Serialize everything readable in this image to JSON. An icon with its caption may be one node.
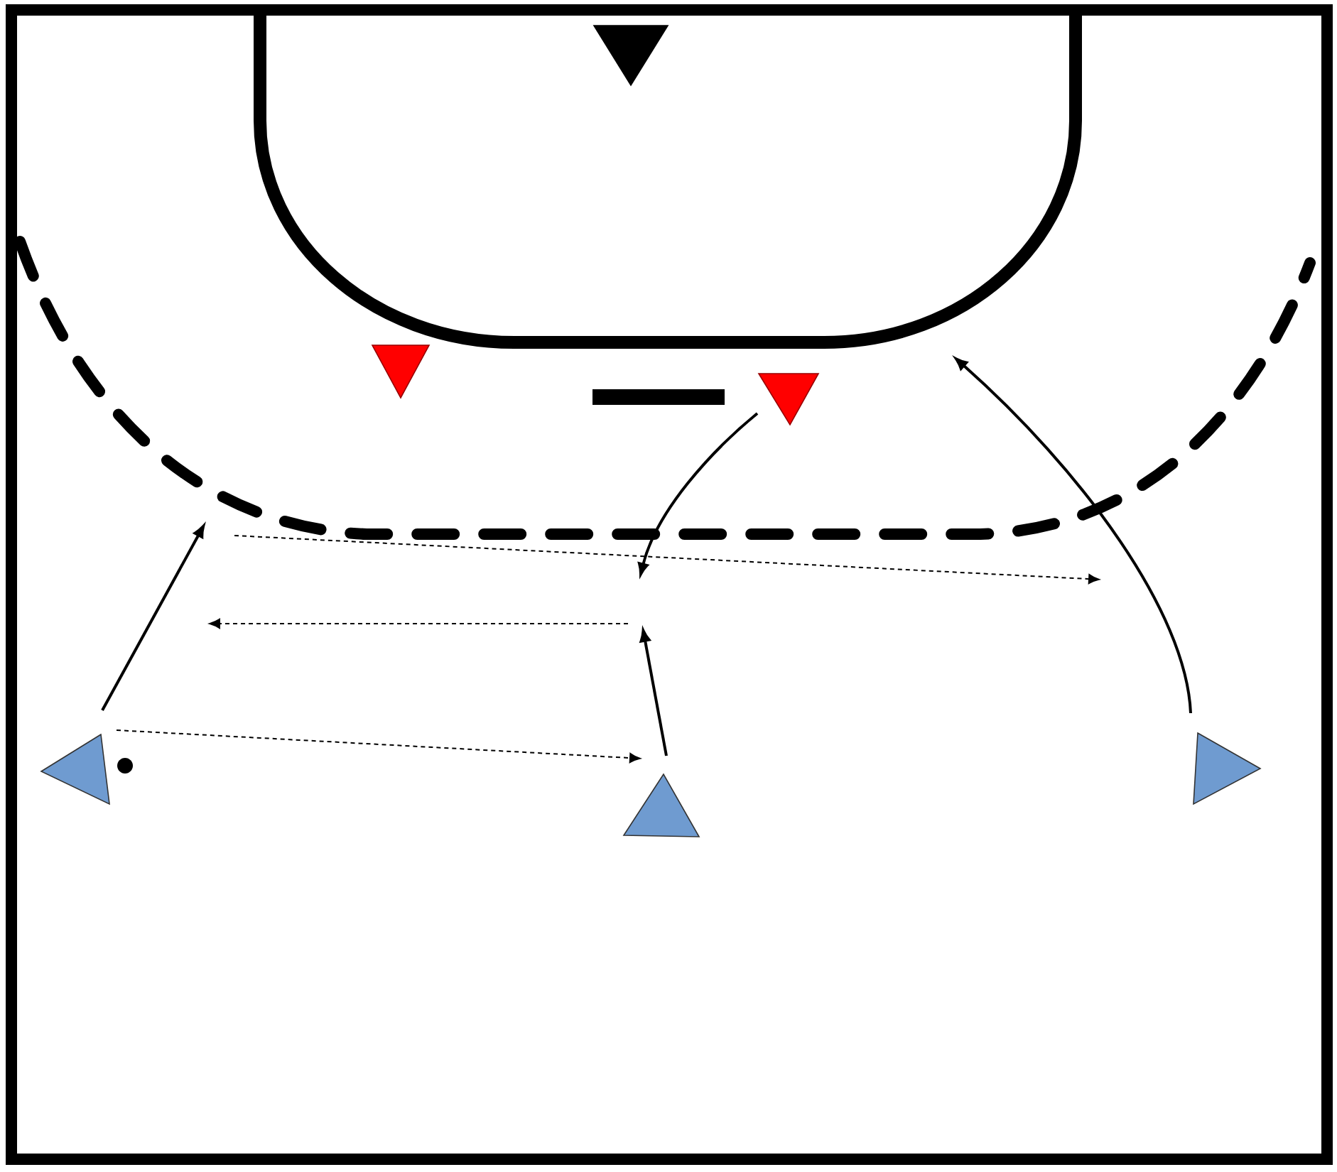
{
  "diagram": {
    "nodes": [
      {
        "text": [],
        "shape": "triangle"
      },
      {
        "text": [],
        "shape": "triangle"
      },
      {
        "text": [],
        "shape": "triangle"
      },
      {
        "text": [],
        "shape": "triangle"
      },
      {
        "text": [],
        "shape": "triangle"
      },
      {
        "text": [],
        "shape": "triangle"
      }
    ],
    "edges": [
      {
        "from": 3,
        "to": null,
        "arrow": "to"
      },
      {
        "from": 3,
        "to": 4,
        "arrow": "to",
        "style": "dashed"
      },
      {
        "from": 4,
        "to": null,
        "arrow": "to"
      },
      {
        "from": 2,
        "to": null,
        "arrow": "to"
      },
      {
        "from": 5,
        "to": null,
        "arrow": "to"
      }
    ]
  }
}
